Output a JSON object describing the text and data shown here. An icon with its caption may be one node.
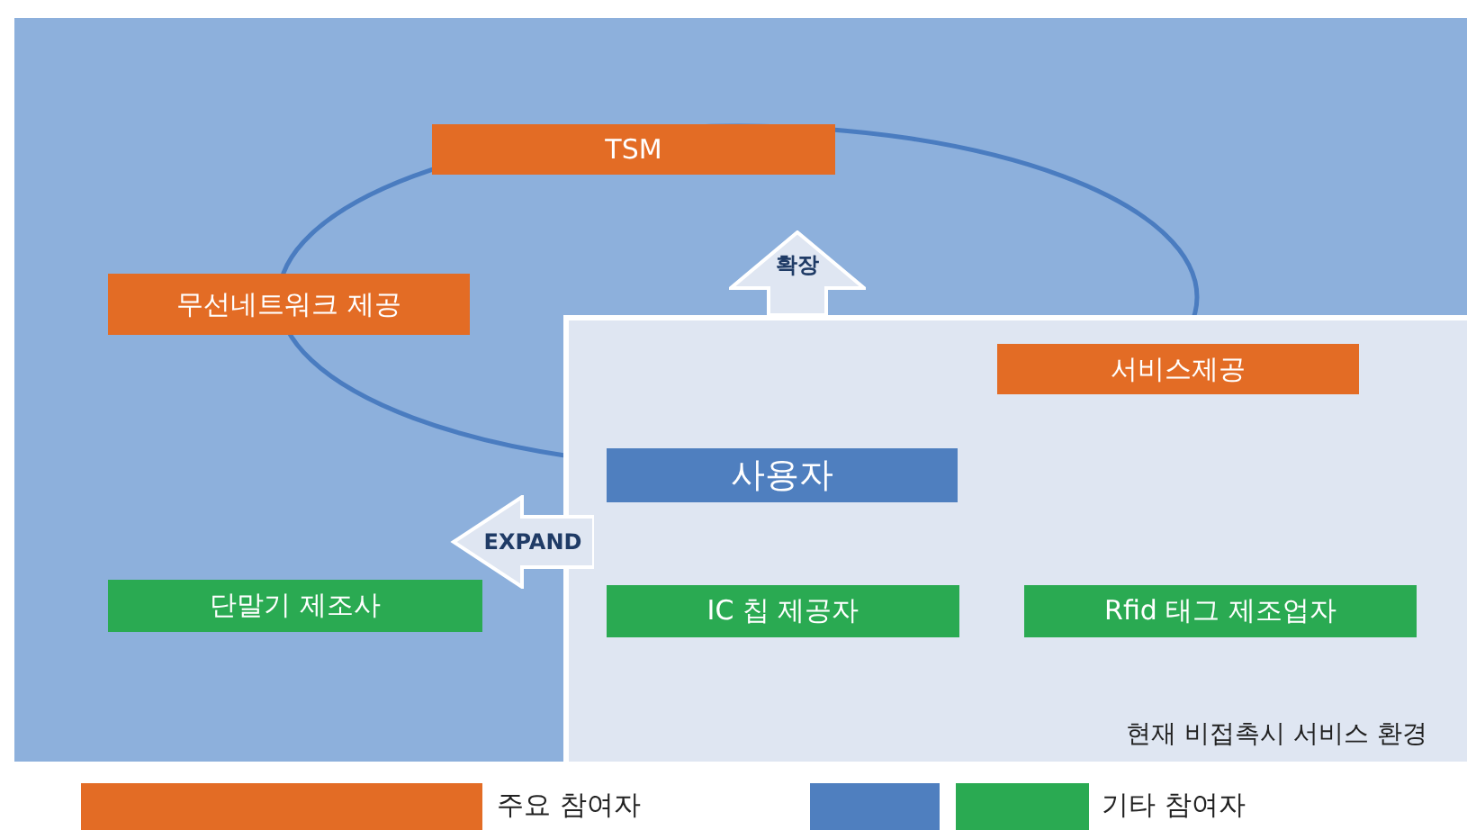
{
  "diagram": {
    "nodes": [
      {
        "text": [
          "현재 비접촉시 서비스 환경"
        ]
      },
      {
        "text": [
          "TSM"
        ]
      },
      {
        "text": [
          "무선네트워크 제공"
        ]
      },
      {
        "text": [
          "확장"
        ]
      },
      {
        "text": [
          "서비스제공"
        ],
        "in": 0
      },
      {
        "text": [
          "사용자"
        ],
        "in": 0
      },
      {
        "text": [
          "EXPAND"
        ]
      },
      {
        "text": [
          "단말기 제조사"
        ]
      },
      {
        "text": [
          "IC 칩 제공자"
        ],
        "in": 0
      },
      {
        "text": [
          "Rfid 태그 제조업자"
        ],
        "in": 0
      }
    ],
    "edges": [],
    "legend": [
      {
        "text": "주요 참여자",
        "color": "#e36c25"
      },
      {
        "text": "기타 참여자",
        "color": "#2aaa52"
      }
    ]
  }
}
